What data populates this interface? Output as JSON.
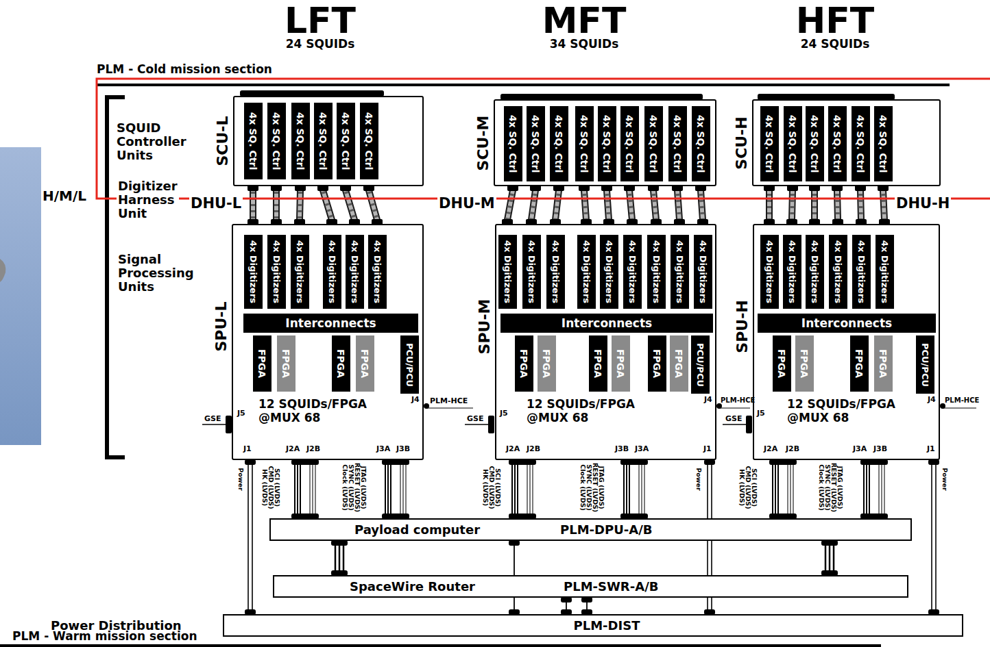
{
  "diagram": {
    "nodes": [
      {
        "text": [
          "SCU-L"
        ]
      },
      {
        "text": [
          "4x SQ. Ctrl"
        ],
        "in": 0
      },
      {
        "text": [
          "4x SQ. Ctrl"
        ],
        "in": 0
      },
      {
        "text": [
          "4x SQ. Ctrl"
        ],
        "in": 0
      },
      {
        "text": [
          "4x SQ. Ctrl"
        ],
        "in": 0
      },
      {
        "text": [
          "4x SQ. Ctrl"
        ],
        "in": 0
      },
      {
        "text": [
          "4x SQ. Ctrl"
        ],
        "in": 0
      },
      {
        "text": [
          "SCU-M"
        ]
      },
      {
        "text": [
          "4x SQ. Ctrl"
        ],
        "in": 7
      },
      {
        "text": [
          "4x SQ. Ctrl"
        ],
        "in": 7
      },
      {
        "text": [
          "4x SQ. Ctrl"
        ],
        "in": 7
      },
      {
        "text": [
          "4x SQ. Ctrl"
        ],
        "in": 7
      },
      {
        "text": [
          "4x SQ. Ctrl"
        ],
        "in": 7
      },
      {
        "text": [
          "4x SQ. Ctrl"
        ],
        "in": 7
      },
      {
        "text": [
          "4x SQ. Ctrl"
        ],
        "in": 7
      },
      {
        "text": [
          "4x SQ. Ctrl"
        ],
        "in": 7
      },
      {
        "text": [
          "4x SQ. Ctrl"
        ],
        "in": 7
      },
      {
        "text": [
          "SCU-H"
        ]
      },
      {
        "text": [
          "4x SQ. Ctrl"
        ],
        "in": 17
      },
      {
        "text": [
          "4x SQ. Ctrl"
        ],
        "in": 17
      },
      {
        "text": [
          "4x SQ. Ctrl"
        ],
        "in": 17
      },
      {
        "text": [
          "4x SQ. Ctrl"
        ],
        "in": 17
      },
      {
        "text": [
          "4x SQ. Ctrl"
        ],
        "in": 17
      },
      {
        "text": [
          "4x SQ. Ctrl"
        ],
        "in": 17
      },
      {
        "text": [
          "SPU-L",
          "12 SQUIDs/FPGA @MUX 68"
        ]
      },
      {
        "text": [
          "4x Digitizers"
        ],
        "in": 24
      },
      {
        "text": [
          "4x Digitizers"
        ],
        "in": 24
      },
      {
        "text": [
          "4x Digitizers"
        ],
        "in": 24
      },
      {
        "text": [
          "4x Digitizers"
        ],
        "in": 24
      },
      {
        "text": [
          "4x Digitizers"
        ],
        "in": 24
      },
      {
        "text": [
          "4x Digitizers"
        ],
        "in": 24
      },
      {
        "text": [
          "Interconnects"
        ],
        "in": 24
      },
      {
        "text": [
          "FPGA"
        ],
        "in": 24
      },
      {
        "text": [
          "FPGA"
        ],
        "in": 24
      },
      {
        "text": [
          "FPGA"
        ],
        "in": 24
      },
      {
        "text": [
          "FPGA"
        ],
        "in": 24
      },
      {
        "text": [
          "PCU/PCU"
        ],
        "in": 24
      },
      {
        "text": [
          "SPU-M",
          "12 SQUIDs/FPGA @MUX 68"
        ]
      },
      {
        "text": [
          "4x Digitizers"
        ],
        "in": 37
      },
      {
        "text": [
          "4x Digitizers"
        ],
        "in": 37
      },
      {
        "text": [
          "4x Digitizers"
        ],
        "in": 37
      },
      {
        "text": [
          "4x Digitizers"
        ],
        "in": 37
      },
      {
        "text": [
          "4x Digitizers"
        ],
        "in": 37
      },
      {
        "text": [
          "4x Digitizers"
        ],
        "in": 37
      },
      {
        "text": [
          "4x Digitizers"
        ],
        "in": 37
      },
      {
        "text": [
          "4x Digitizers"
        ],
        "in": 37
      },
      {
        "text": [
          "4x Digitizers"
        ],
        "in": 37
      },
      {
        "text": [
          "Interconnects"
        ],
        "in": 37
      },
      {
        "text": [
          "FPGA"
        ],
        "in": 37
      },
      {
        "text": [
          "FPGA"
        ],
        "in": 37
      },
      {
        "text": [
          "FPGA"
        ],
        "in": 37
      },
      {
        "text": [
          "FPGA"
        ],
        "in": 37
      },
      {
        "text": [
          "FPGA"
        ],
        "in": 37
      },
      {
        "text": [
          "FPGA"
        ],
        "in": 37
      },
      {
        "text": [
          "PCU/PCU"
        ],
        "in": 37
      },
      {
        "text": [
          "SPU-H",
          "12 SQUIDs/FPGA @MUX 68"
        ]
      },
      {
        "text": [
          "4x Digitizers"
        ],
        "in": 55
      },
      {
        "text": [
          "4x Digitizers"
        ],
        "in": 55
      },
      {
        "text": [
          "4x Digitizers"
        ],
        "in": 55
      },
      {
        "text": [
          "4x Digitizers"
        ],
        "in": 55
      },
      {
        "text": [
          "4x Digitizers"
        ],
        "in": 55
      },
      {
        "text": [
          "4x Digitizers"
        ],
        "in": 55
      },
      {
        "text": [
          "Interconnects"
        ],
        "in": 55
      },
      {
        "text": [
          "FPGA"
        ],
        "in": 55
      },
      {
        "text": [
          "FPGA"
        ],
        "in": 55
      },
      {
        "text": [
          "FPGA"
        ],
        "in": 55
      },
      {
        "text": [
          "FPGA"
        ],
        "in": 55
      },
      {
        "text": [
          "PCU/PCU"
        ],
        "in": 55
      },
      {
        "text": [
          "Payload computer",
          "PLM-DPU-A/B"
        ]
      },
      {
        "text": [
          "SpaceWire Router",
          "PLM-SWR-A/B"
        ]
      },
      {
        "text": [
          "PLM-DIST",
          "Power Distribution"
        ]
      }
    ],
    "edges": [
      {
        "from": 1,
        "to": 25,
        "arrow": "none"
      },
      {
        "from": 2,
        "to": 26,
        "arrow": "none"
      },
      {
        "from": 3,
        "to": 27,
        "arrow": "none"
      },
      {
        "from": 4,
        "to": 28,
        "arrow": "none"
      },
      {
        "from": 5,
        "to": 29,
        "arrow": "none"
      },
      {
        "from": 6,
        "to": 30,
        "arrow": "none"
      },
      {
        "from": 8,
        "to": 38,
        "arrow": "none"
      },
      {
        "from": 9,
        "to": 39,
        "arrow": "none"
      },
      {
        "from": 10,
        "to": 40,
        "arrow": "none"
      },
      {
        "from": 11,
        "to": 41,
        "arrow": "none"
      },
      {
        "from": 12,
        "to": 42,
        "arrow": "none"
      },
      {
        "from": 13,
        "to": 43,
        "arrow": "none"
      },
      {
        "from": 14,
        "to": 44,
        "arrow": "none"
      },
      {
        "from": 15,
        "to": 45,
        "arrow": "none"
      },
      {
        "from": 16,
        "to": 46,
        "arrow": "none"
      },
      {
        "from": 18,
        "to": 56,
        "arrow": "none"
      },
      {
        "from": 19,
        "to": 57,
        "arrow": "none"
      },
      {
        "from": 20,
        "to": 58,
        "arrow": "none"
      },
      {
        "from": 21,
        "to": 59,
        "arrow": "none"
      },
      {
        "from": 22,
        "to": 60,
        "arrow": "none"
      },
      {
        "from": 23,
        "to": 61,
        "arrow": "none"
      },
      {
        "from": 24,
        "to": 68,
        "arrow": "none"
      },
      {
        "from": 24,
        "to": 68,
        "arrow": "none"
      },
      {
        "from": 24,
        "to": 70,
        "arrow": "none"
      },
      {
        "from": 37,
        "to": 68,
        "arrow": "none"
      },
      {
        "from": 37,
        "to": 68,
        "arrow": "none"
      },
      {
        "from": 37,
        "to": 70,
        "arrow": "none"
      },
      {
        "from": 55,
        "to": 68,
        "arrow": "none"
      },
      {
        "from": 55,
        "to": 68,
        "arrow": "none"
      },
      {
        "from": 55,
        "to": 70,
        "arrow": "none"
      },
      {
        "from": 68,
        "to": 69,
        "arrow": "none"
      },
      {
        "from": 68,
        "to": 69,
        "arrow": "none"
      },
      {
        "from": 68,
        "to": 70,
        "arrow": "none"
      },
      {
        "from": 69,
        "to": 70,
        "arrow": "none"
      },
      {
        "from": 69,
        "to": 70,
        "arrow": "none"
      }
    ],
    "labels": [
      "LFT",
      "24 SQUIDs",
      "MFT",
      "34 SQUIDs",
      "HFT",
      "24 SQUIDs",
      "PLM - Cold mission section",
      "H/M/L",
      "SQUID Controller Units",
      "Digitizer Harness Unit",
      "Signal Processing Units",
      "DHU-L",
      "DHU-M",
      "DHU-H",
      "J5",
      "GSE",
      "J4",
      "PLM-HCE",
      "J1",
      "J2A",
      "J2B",
      "J3A",
      "J3B",
      "Power",
      "HK (LVDS)",
      "CMD (LVDS)",
      "SCI (LVDS)",
      "Clock (LVDS)",
      "SYNC (LVDS)",
      "RESET (LVDS)",
      "JTAG (LVDS)",
      "J5",
      "GSE",
      "J4",
      "PLM-HCE",
      "J1",
      "J2A",
      "J2B",
      "J3A",
      "J3B",
      "Power",
      "HK (LVDS)",
      "CMD (LVDS)",
      "SCI (LVDS)",
      "Clock (LVDS)",
      "SYNC (LVDS)",
      "RESET (LVDS)",
      "JTAG (LVDS)",
      "J5",
      "GSE",
      "J4",
      "PLM-HCE",
      "J1",
      "J2A",
      "J2B",
      "J3A",
      "J3B",
      "Power",
      "HK (LVDS)",
      "CMD (LVDS)",
      "SCI (LVDS)",
      "Clock (LVDS)",
      "SYNC (LVDS)",
      "RESET (LVDS)",
      "JTAG (LVDS)",
      "PLM - Warm mission section"
    ]
  }
}
